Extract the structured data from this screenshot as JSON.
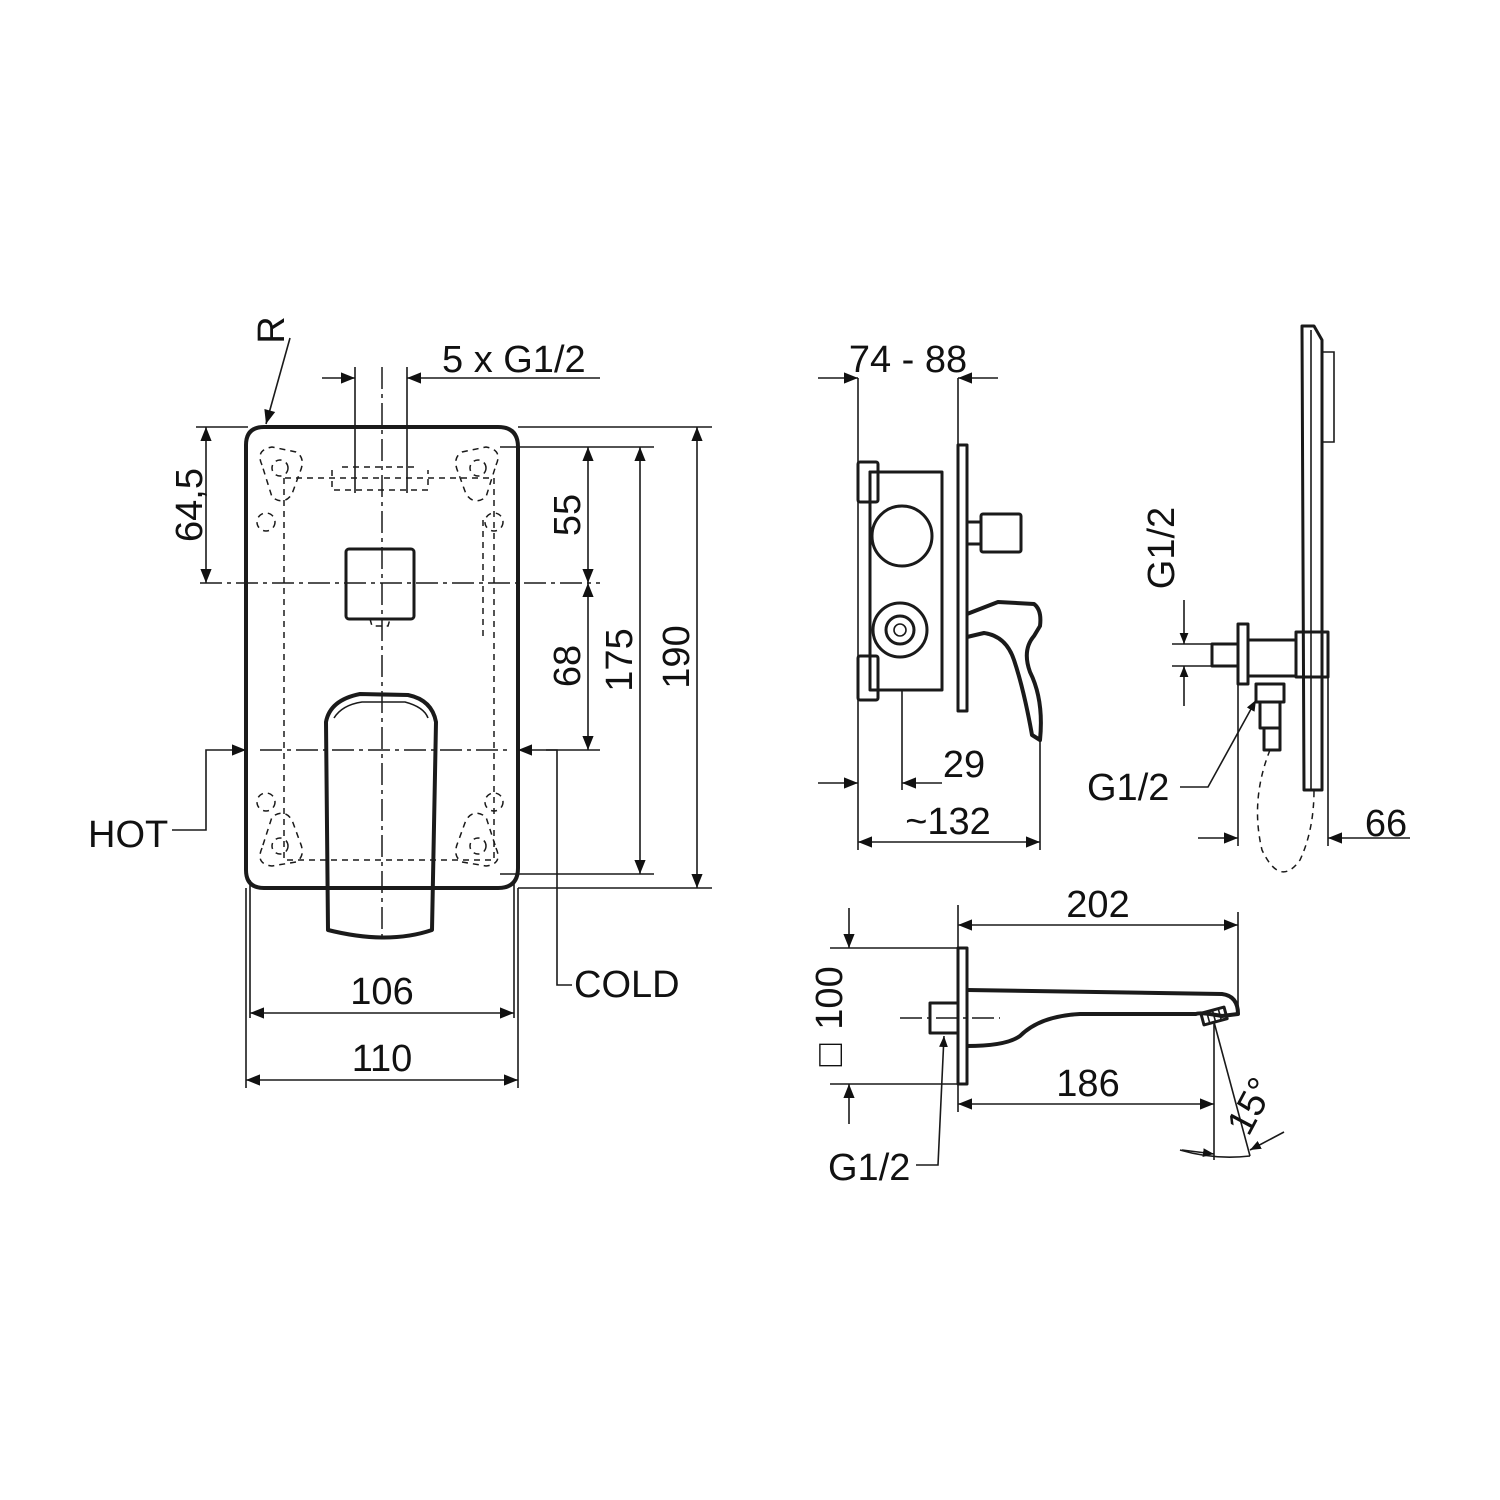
{
  "labels": {
    "r": "R",
    "g12_top": "5 x G1/2",
    "d_64_5": "64,5",
    "d_55": "55",
    "d_68": "68",
    "d_175": "175",
    "d_190": "190",
    "hot": "HOT",
    "cold": "COLD",
    "d_106": "106",
    "d_110": "110",
    "d_74_88": "74 - 88",
    "d_29": "29",
    "d_132": "~132",
    "g12_shower_upper": "G1/2",
    "g12_shower_lower": "G1/2",
    "d_66": "66",
    "d_202": "202",
    "d_100": "100",
    "square_symbol": "□",
    "d_186": "186",
    "d_15deg": "15°",
    "g12_spout": "G1/2"
  },
  "colors": {
    "ink": "#1a1a1a",
    "background": "#ffffff"
  }
}
